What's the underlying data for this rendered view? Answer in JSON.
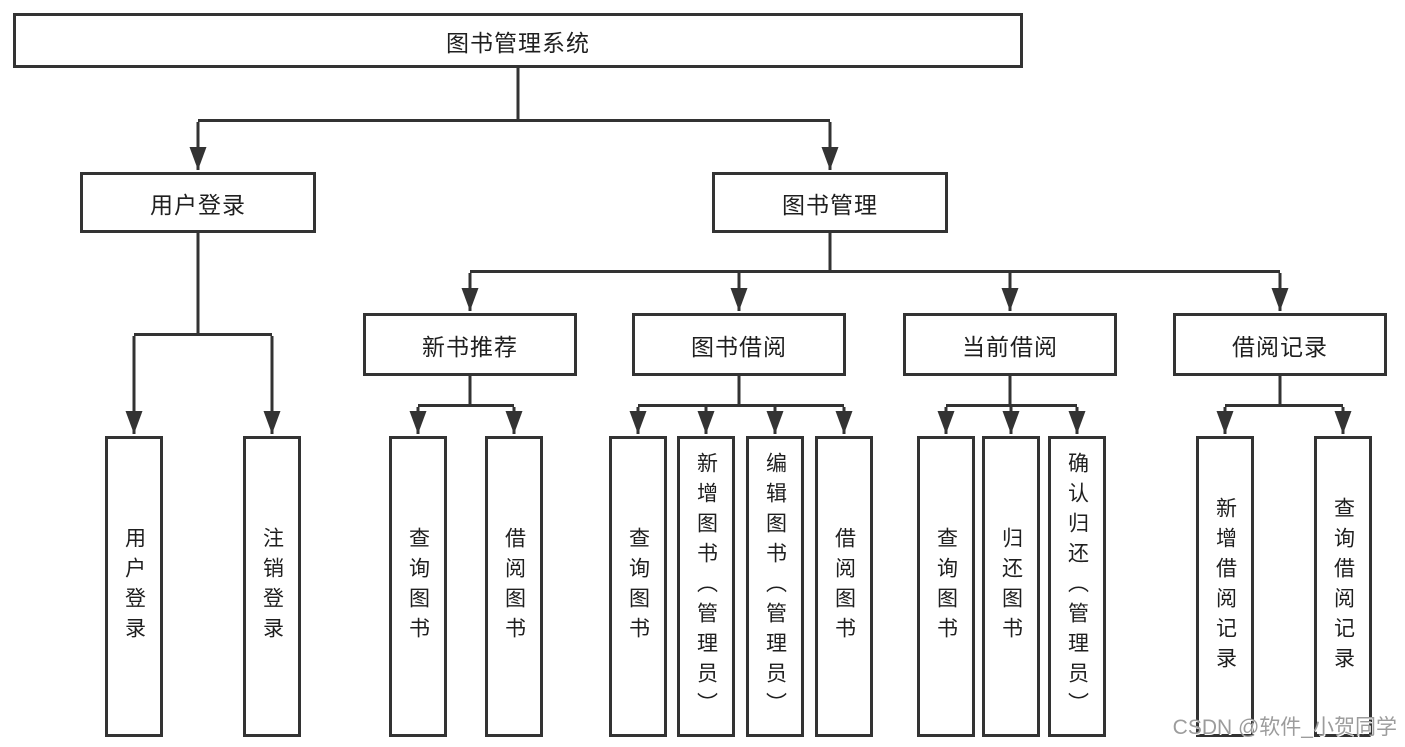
{
  "nodes": {
    "root": "图书管理系统",
    "user_login": "用户登录",
    "book_mgmt": "图书管理",
    "new_book_rec": "新书推荐",
    "book_borrow": "图书借阅",
    "current_borrow": "当前借阅",
    "borrow_records": "借阅记录",
    "leaf_user_login": "用户登录",
    "leaf_logout": "注销登录",
    "leaf_rec_query": "查询图书",
    "leaf_rec_borrow": "借阅图书",
    "leaf_bb_query": "查询图书",
    "leaf_bb_add": "新增图书（管理员）",
    "leaf_bb_edit": "编辑图书（管理员）",
    "leaf_bb_borrow": "借阅图书",
    "leaf_cb_query": "查询图书",
    "leaf_cb_return": "归还图书",
    "leaf_cb_confirm": "确认归还（管理员）",
    "leaf_br_add": "新增借阅记录",
    "leaf_br_query": "查询借阅记录"
  },
  "hierarchy": {
    "图书管理系统": {
      "用户登录": [
        "用户登录",
        "注销登录"
      ],
      "图书管理": {
        "新书推荐": [
          "查询图书",
          "借阅图书"
        ],
        "图书借阅": [
          "查询图书",
          "新增图书（管理员）",
          "编辑图书（管理员）",
          "借阅图书"
        ],
        "当前借阅": [
          "查询图书",
          "归还图书",
          "确认归还（管理员）"
        ],
        "借阅记录": [
          "新增借阅记录",
          "查询借阅记录"
        ]
      }
    }
  },
  "watermark": {
    "text": "CSDN @软件_小贺同学"
  },
  "colors": {
    "line": "#333333",
    "box_border": "#333333",
    "text": "#1f1f1f",
    "watermark": "#9c9c9c",
    "background": "#ffffff"
  }
}
